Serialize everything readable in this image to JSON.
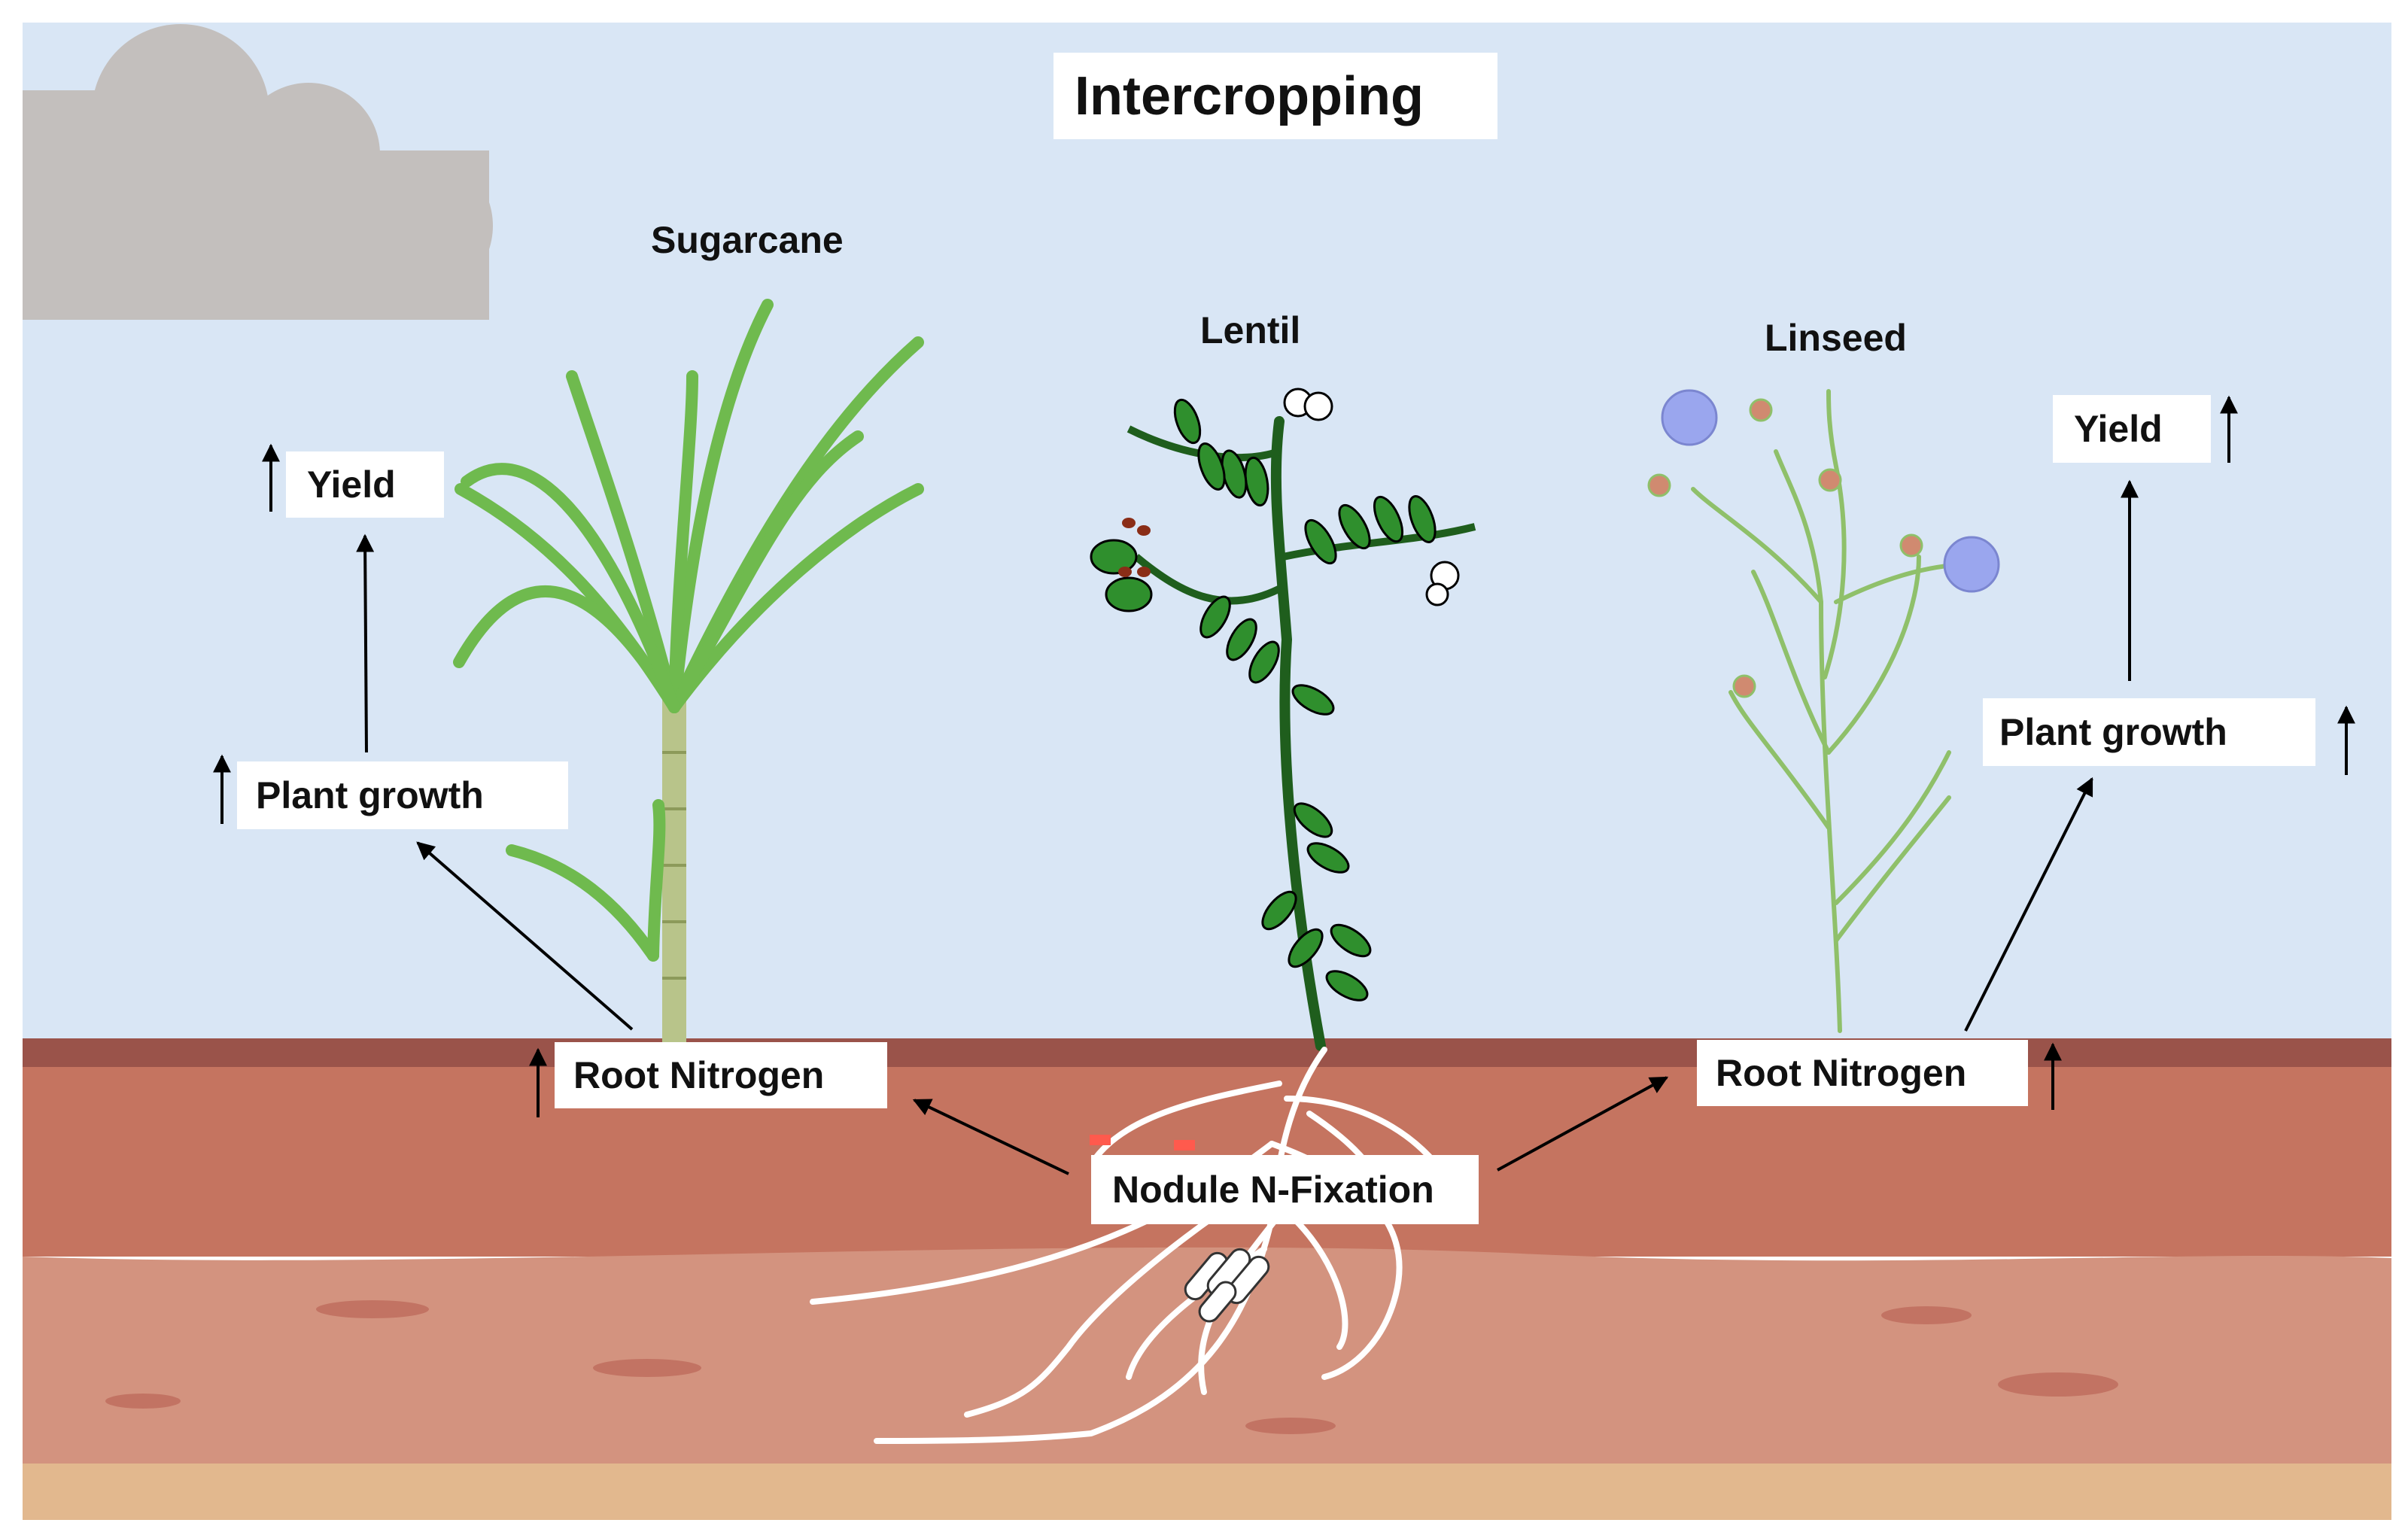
{
  "title": "Intercropping",
  "plants": {
    "sugarcane": "Sugarcane",
    "lentil": "Lentil",
    "linseed": "Linseed"
  },
  "left": {
    "yield": "Yield",
    "plant_growth": "Plant growth",
    "root_nitrogen": "Root Nitrogen"
  },
  "right": {
    "yield": "Yield",
    "plant_growth": "Plant growth",
    "root_nitrogen": "Root Nitrogen"
  },
  "center": {
    "nodule": "Nodule N-Fixation"
  },
  "colors": {
    "sky": "#d9e6f5",
    "cloud": "#c3bfbd",
    "soil_top": "#9a534a",
    "soil_upper": "#c57460",
    "soil_lower": "#d3937f",
    "soil_bottom": "#e2b88e",
    "sugarcane_leaf": "#6fba4e",
    "lentil_leaf": "#2f8f2d",
    "linseed_stem": "#8fc06a",
    "linseed_flower": "#9aa6ee",
    "root": "#ffffff"
  }
}
